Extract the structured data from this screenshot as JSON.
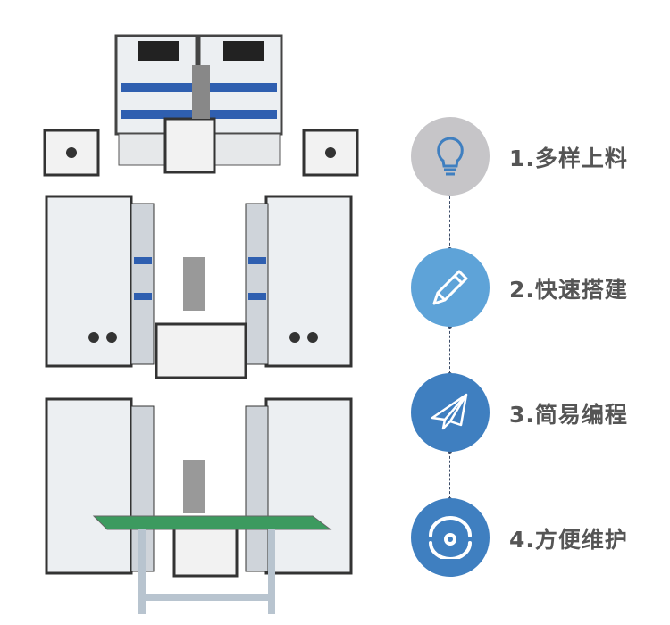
{
  "features": [
    {
      "label": "1.多样上料",
      "icon": "lightbulb-icon",
      "color": "#c6c5c8"
    },
    {
      "label": "2.快速搭建",
      "icon": "pencil-icon",
      "color": "#5ea3d8"
    },
    {
      "label": "3.简易编程",
      "icon": "paper-plane-icon",
      "color": "#3f7fc0"
    },
    {
      "label": "4.方便维护",
      "icon": "maintenance-icon",
      "color": "#3f7fc0"
    }
  ]
}
